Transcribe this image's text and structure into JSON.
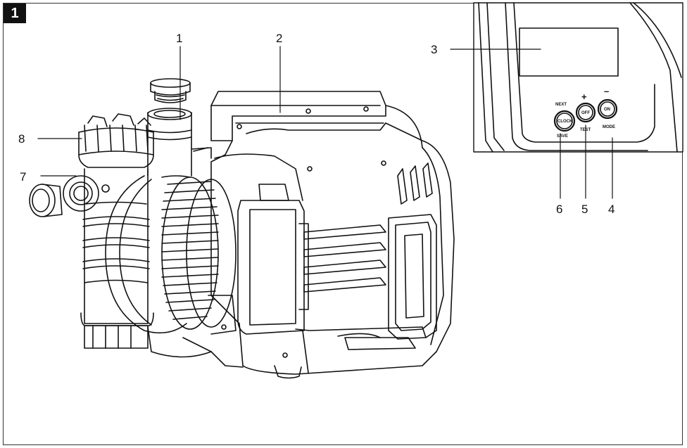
{
  "figure": {
    "number": "1"
  },
  "callouts": {
    "c1": "1",
    "c2": "2",
    "c3": "3",
    "c4": "4",
    "c5": "5",
    "c6": "6",
    "c7": "7",
    "c8": "8"
  },
  "panel": {
    "buttons": {
      "left_top": "NEXT",
      "left_center": "CLOCK",
      "left_bottom": "SAVE",
      "middle_top": "+",
      "middle_center": "OFF",
      "middle_bottom": "TEST",
      "right_top": "–",
      "right_center": "ON",
      "right_bottom": "MODE"
    }
  }
}
